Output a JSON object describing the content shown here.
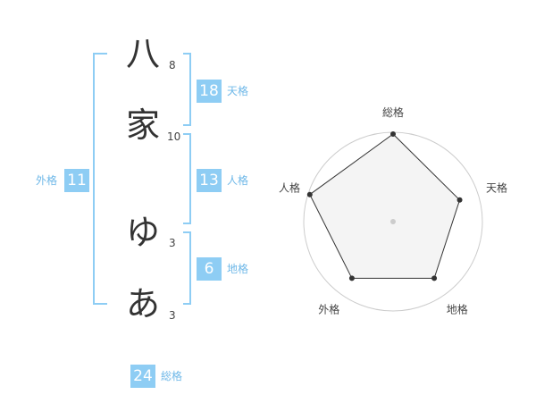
{
  "name": {
    "chars": [
      {
        "char": "八",
        "strokes": "8"
      },
      {
        "char": "家",
        "strokes": "10"
      },
      {
        "char": "ゆ",
        "strokes": "3"
      },
      {
        "char": "あ",
        "strokes": "3"
      }
    ]
  },
  "kaku": {
    "ten": {
      "value": "18",
      "label": "天格"
    },
    "jin": {
      "value": "13",
      "label": "人格"
    },
    "chi": {
      "value": "6",
      "label": "地格"
    },
    "gai": {
      "value": "11",
      "label": "外格"
    },
    "sou": {
      "value": "24",
      "label": "総格"
    }
  },
  "chart_data": {
    "type": "radar",
    "axes": [
      "総格",
      "天格",
      "地格",
      "外格",
      "人格"
    ],
    "values": [
      5,
      4,
      4,
      4,
      5
    ],
    "max": 5,
    "rings": 5,
    "colors": {
      "fill": "#f0f0f0",
      "line": "#333333",
      "point": "#333333",
      "ring": "#cccccc"
    }
  },
  "colors": {
    "accent": "#8ecdf4",
    "bracket": "#8ecdf4",
    "label": "#6fb8e8"
  }
}
